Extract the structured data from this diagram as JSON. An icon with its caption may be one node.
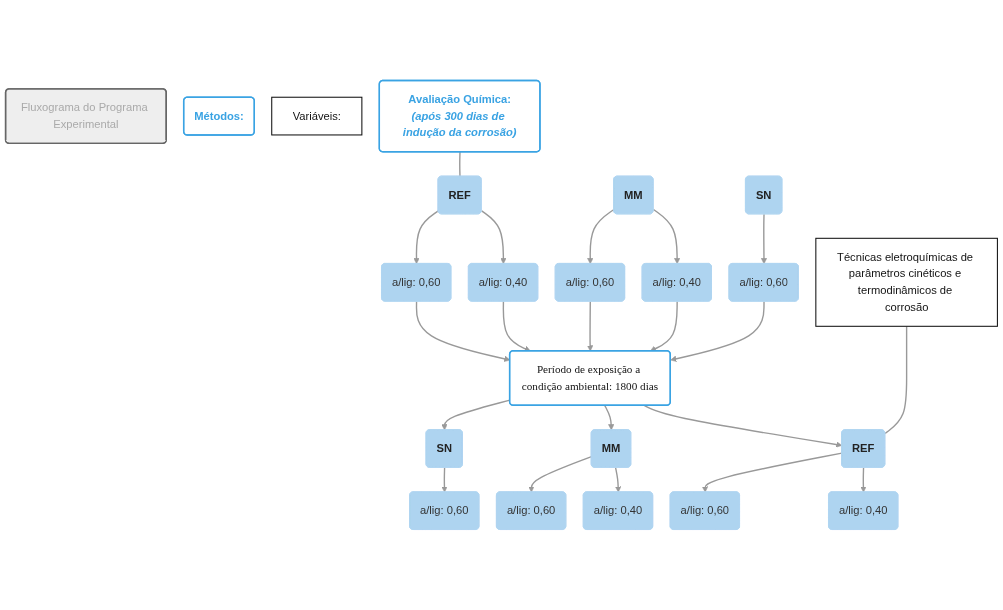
{
  "diagram": {
    "nodes": [
      {
        "text": [
          "Fluxograma do Programa Experimental"
        ]
      },
      {
        "text": [
          "Métodos:"
        ]
      },
      {
        "text": [
          "Variáveis:"
        ]
      },
      {
        "text": [
          "Avaliação Química:",
          "(após 300 dias de indução da corrosão)"
        ]
      },
      {
        "text": [
          "REF"
        ]
      },
      {
        "text": [
          "MM"
        ]
      },
      {
        "text": [
          "SN"
        ]
      },
      {
        "text": [
          "a/lig: 0,40"
        ]
      },
      {
        "text": [
          "a/lig: 0,60"
        ]
      },
      {
        "text": [
          "a/lig: 0,40"
        ]
      },
      {
        "text": [
          "a/lig: 0,60"
        ]
      },
      {
        "text": [
          "a/lig: 0,60"
        ]
      },
      {
        "text": [
          "Período de exposição a condição ambiental: 1800 dias"
        ]
      },
      {
        "text": [
          "Técnicas eletroquímicas de parâmetros cinéticos e termodinâmicos de corrosão"
        ]
      },
      {
        "text": [
          "REF"
        ]
      },
      {
        "text": [
          "MM"
        ]
      },
      {
        "text": [
          "SN"
        ]
      },
      {
        "text": [
          "a/lig: 0,40"
        ]
      },
      {
        "text": [
          "a/lig: 0,60"
        ]
      },
      {
        "text": [
          "a/lig: 0,40"
        ]
      },
      {
        "text": [
          "a/lig: 0,60"
        ]
      },
      {
        "text": [
          "a/lig: 0,60"
        ]
      }
    ],
    "edges": [
      {
        "from": 3,
        "to": 4,
        "arrow": "none"
      },
      {
        "from": 4,
        "to": 7,
        "arrow": "to"
      },
      {
        "from": 4,
        "to": 8,
        "arrow": "to"
      },
      {
        "from": 5,
        "to": 9,
        "arrow": "to"
      },
      {
        "from": 5,
        "to": 10,
        "arrow": "to"
      },
      {
        "from": 6,
        "to": 11,
        "arrow": "to"
      },
      {
        "from": 7,
        "to": 12,
        "arrow": "to"
      },
      {
        "from": 8,
        "to": 12,
        "arrow": "to"
      },
      {
        "from": 9,
        "to": 12,
        "arrow": "to"
      },
      {
        "from": 10,
        "to": 12,
        "arrow": "to"
      },
      {
        "from": 11,
        "to": 12,
        "arrow": "to"
      },
      {
        "from": 12,
        "to": 14,
        "arrow": "to"
      },
      {
        "from": 12,
        "to": 15,
        "arrow": "to"
      },
      {
        "from": 12,
        "to": 16,
        "arrow": "to"
      },
      {
        "from": 13,
        "to": 14,
        "arrow": "none"
      },
      {
        "from": 14,
        "to": 17,
        "arrow": "to"
      },
      {
        "from": 14,
        "to": 18,
        "arrow": "to"
      },
      {
        "from": 15,
        "to": 19,
        "arrow": "to"
      },
      {
        "from": 15,
        "to": 20,
        "arrow": "to"
      },
      {
        "from": 16,
        "to": 21,
        "arrow": "to"
      }
    ]
  }
}
